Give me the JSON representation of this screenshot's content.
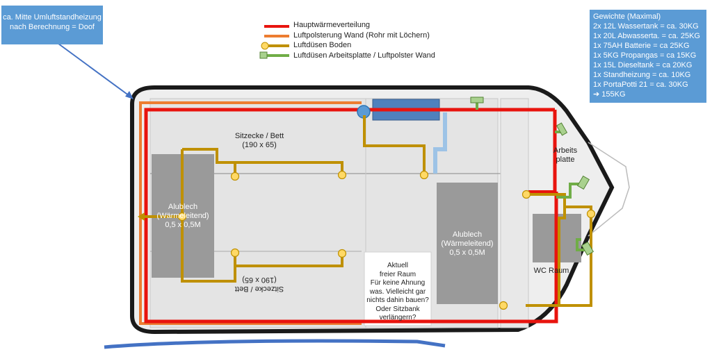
{
  "notes": {
    "heater": [
      "ca. Mitte Umluftstandheizung",
      "nach Berechnung = Doof"
    ],
    "weights": {
      "title": "Gewichte (Maximal)",
      "lines": [
        "2x 12L Wassertank = ca. 30KG",
        "1x 20L Abwasserta. = ca. 25KG",
        "1x 75AH Batterie = ca 25KG",
        "1x 5KG Propangas = ca 15KG",
        "1x 15L Dieseltank = ca 20KG",
        "1x Standheizung = ca. 10KG",
        "1x PortaPotti 21 = ca. 30KG"
      ],
      "total": "➔ 155KG"
    }
  },
  "legend": [
    {
      "label": "Hauptwärmeverteilung",
      "color": "#e8140e",
      "marker": "none"
    },
    {
      "label": "Luftpolsterung Wand (Rohr mit Löchern)",
      "color": "#ed7d31",
      "marker": "none"
    },
    {
      "label": "Luftdüsen Boden",
      "color": "#bf9000",
      "marker": "circle"
    },
    {
      "label": "Luftdüsen Arbeitsplatte / Luftpolster Wand",
      "color": "#70ad47",
      "marker": "square"
    }
  ],
  "plan": {
    "sitzecke_top": [
      "Sitzecke / Bett",
      "(190 x 65)"
    ],
    "sitzecke_bottom": [
      "Sitzecke / Bett",
      "(190 x 65)"
    ],
    "alublech_left": [
      "Alublech",
      "(Wärmeleitend)",
      "0,5 x 0,5M"
    ],
    "alublech_right": [
      "Alublech",
      "(Wärmeleitend)",
      "0,5 x 0,5M"
    ],
    "free_room": [
      "Aktuell",
      "freier Raum",
      "Für keine Ahnung",
      "was. Vielleicht gar",
      "nichts dahin bauen?",
      "Oder Sitzbank",
      "verlängern?"
    ],
    "arbeitsplatte": [
      "Arbeits",
      "platte"
    ],
    "wc": "WC Raum"
  },
  "colors": {
    "main": "#e8140e",
    "wall": "#ed7d31",
    "floor": "#bf9000",
    "work": "#70ad47",
    "note": "#5b9bd5",
    "arrow": "#4472c4"
  }
}
